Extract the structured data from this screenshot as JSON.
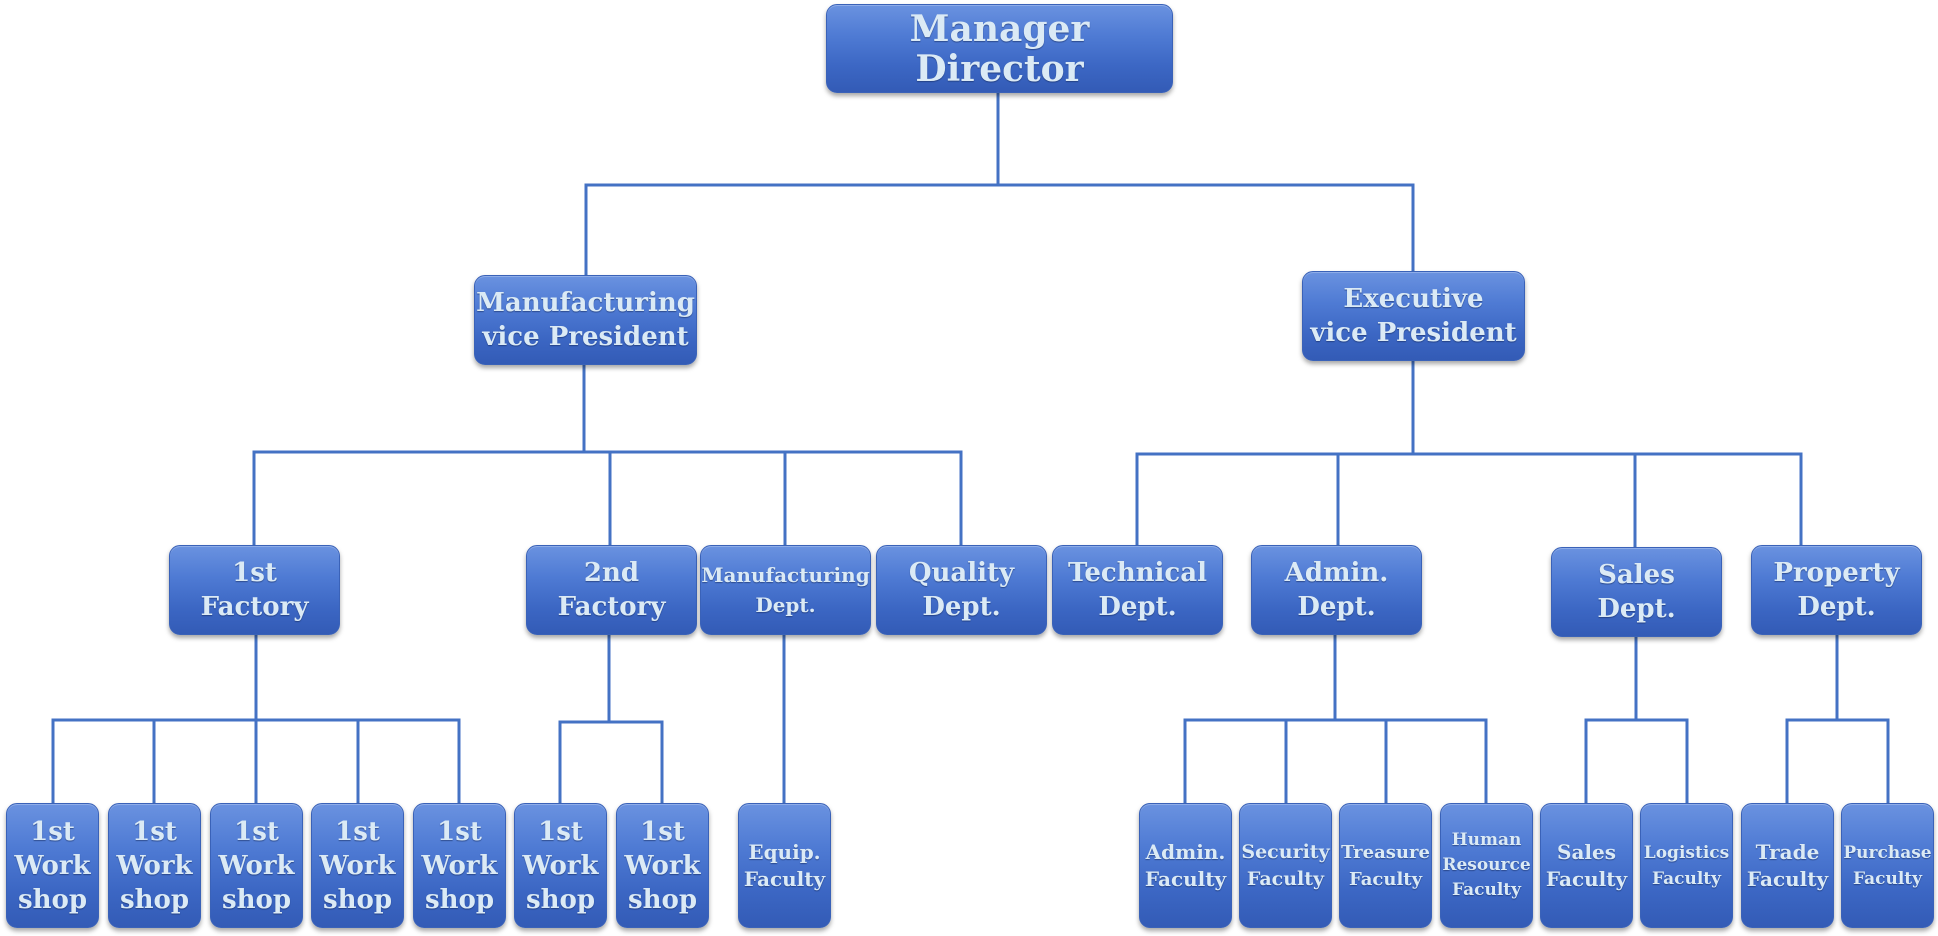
{
  "nodes": {
    "manager_director": "Manager Director",
    "manufacturing_vp": "Manufacturing\nvice President",
    "executive_vp": "Executive\nvice President",
    "factory_1": "1st\nFactory",
    "factory_2": "2nd\nFactory",
    "manufacturing_dept": "Manufacturing\nDept.",
    "quality_dept": "Quality\nDept.",
    "technical_dept": "Technical\nDept.",
    "admin_dept": "Admin.\nDept.",
    "sales_dept": "Sales\nDept.",
    "property_dept": "Property\nDept.",
    "workshop_1": "1st\nWork\nshop",
    "workshop_2": "1st\nWork\nshop",
    "workshop_3": "1st\nWork\nshop",
    "workshop_4": "1st\nWork\nshop",
    "workshop_5": "1st\nWork\nshop",
    "workshop_6": "1st\nWork\nshop",
    "workshop_7": "1st\nWork\nshop",
    "equip_faculty": "Equip.\nFaculty",
    "admin_faculty": "Admin.\nFaculty",
    "security_faculty": "Security\nFaculty",
    "treasure_faculty": "Treasure\nFaculty",
    "human_resource_faculty": "Human\nResource\nFaculty",
    "sales_faculty": "Sales\nFaculty",
    "logistics_faculty": "Logistics\nFaculty",
    "trade_faculty": "Trade\nFaculty",
    "purchase_faculty": "Purchase\nFaculty"
  },
  "colors": {
    "box_fill": "#4a74cf",
    "connector": "#4472c4",
    "label_text": "#dbeaf5"
  }
}
